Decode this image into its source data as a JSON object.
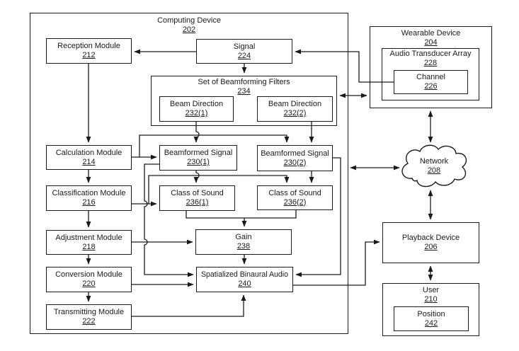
{
  "figure": {
    "kind": "patent block diagram",
    "description": "Audio beamforming / spatialized binaural audio system"
  },
  "colors": {
    "line": "#1a1a1a",
    "box_fill": "#ffffff",
    "background": "#ffffff"
  },
  "nodes": {
    "computing_device": {
      "label": "Computing Device",
      "ref": "202"
    },
    "reception_module": {
      "label": "Reception Module",
      "ref": "212"
    },
    "signal": {
      "label": "Signal",
      "ref": "224"
    },
    "beamforming_filters": {
      "label": "Set of Beamforming Filters",
      "ref": "234"
    },
    "beam_direction_1": {
      "label": "Beam Direction",
      "ref": "232(1)"
    },
    "beam_direction_2": {
      "label": "Beam Direction",
      "ref": "232(2)"
    },
    "calculation_module": {
      "label": "Calculation Module",
      "ref": "214"
    },
    "classification_module": {
      "label": "Classification Module",
      "ref": "216"
    },
    "adjustment_module": {
      "label": "Adjustment Module",
      "ref": "218"
    },
    "conversion_module": {
      "label": "Conversion Module",
      "ref": "220"
    },
    "transmitting_module": {
      "label": "Transmitting Module",
      "ref": "222"
    },
    "beamformed_signal_1": {
      "label": "Beamformed Signal",
      "ref": "230(1)"
    },
    "beamformed_signal_2": {
      "label": "Beamformed Signal",
      "ref": "230(2)"
    },
    "class_of_sound_1": {
      "label": "Class of Sound",
      "ref": "236(1)"
    },
    "class_of_sound_2": {
      "label": "Class of Sound",
      "ref": "236(2)"
    },
    "gain": {
      "label": "Gain",
      "ref": "238"
    },
    "spatialized_binaural_audio": {
      "label": "Spatialized Binaural Audio",
      "ref": "240"
    },
    "wearable_device": {
      "label": "Wearable Device",
      "ref": "204"
    },
    "audio_transducer_array": {
      "label": "Audio Transducer Array",
      "ref": "228"
    },
    "channel": {
      "label": "Channel",
      "ref": "226"
    },
    "network": {
      "label": "Network",
      "ref": "208"
    },
    "playback_device": {
      "label": "Playback Device",
      "ref": "206"
    },
    "user": {
      "label": "User",
      "ref": "210"
    },
    "position": {
      "label": "Position",
      "ref": "242"
    }
  },
  "connections": [
    {
      "from": "signal",
      "to": "reception_module"
    },
    {
      "from": "channel",
      "to": "signal"
    },
    {
      "from": "signal",
      "to": "beamforming_filters"
    },
    {
      "from": "beamforming_filters",
      "to": "wearable_device",
      "bidirectional": true
    },
    {
      "from": "beam_direction_1",
      "to": "beamformed_signal_1"
    },
    {
      "from": "beam_direction_2",
      "to": "beamformed_signal_2"
    },
    {
      "from": "reception_module",
      "to": "calculation_module"
    },
    {
      "from": "calculation_module",
      "to": "classification_module"
    },
    {
      "from": "classification_module",
      "to": "adjustment_module"
    },
    {
      "from": "adjustment_module",
      "to": "conversion_module"
    },
    {
      "from": "conversion_module",
      "to": "transmitting_module"
    },
    {
      "from": "calculation_module",
      "to": "beamformed_signal_1"
    },
    {
      "from": "calculation_module",
      "to": "beamformed_signal_2"
    },
    {
      "from": "classification_module",
      "to": "class_of_sound_1"
    },
    {
      "from": "classification_module",
      "to": "class_of_sound_2"
    },
    {
      "from": "beamformed_signal_1",
      "to": "class_of_sound_1"
    },
    {
      "from": "beamformed_signal_2",
      "to": "class_of_sound_2"
    },
    {
      "from": "class_of_sound_1",
      "to": "gain"
    },
    {
      "from": "class_of_sound_2",
      "to": "gain"
    },
    {
      "from": "adjustment_module",
      "to": "gain"
    },
    {
      "from": "gain",
      "to": "spatialized_binaural_audio"
    },
    {
      "from": "conversion_module",
      "to": "spatialized_binaural_audio"
    },
    {
      "from": "beamformed_signal_1",
      "to": "spatialized_binaural_audio"
    },
    {
      "from": "beamformed_signal_2",
      "to": "spatialized_binaural_audio"
    },
    {
      "from": "transmitting_module",
      "to": "spatialized_binaural_audio"
    },
    {
      "from": "spatialized_binaural_audio",
      "to": "playback_device"
    },
    {
      "from": "computing_device",
      "to": "network",
      "bidirectional": true
    },
    {
      "from": "wearable_device",
      "to": "network",
      "bidirectional": true
    },
    {
      "from": "network",
      "to": "playback_device",
      "bidirectional": true
    },
    {
      "from": "playback_device",
      "to": "user",
      "bidirectional": true
    }
  ]
}
